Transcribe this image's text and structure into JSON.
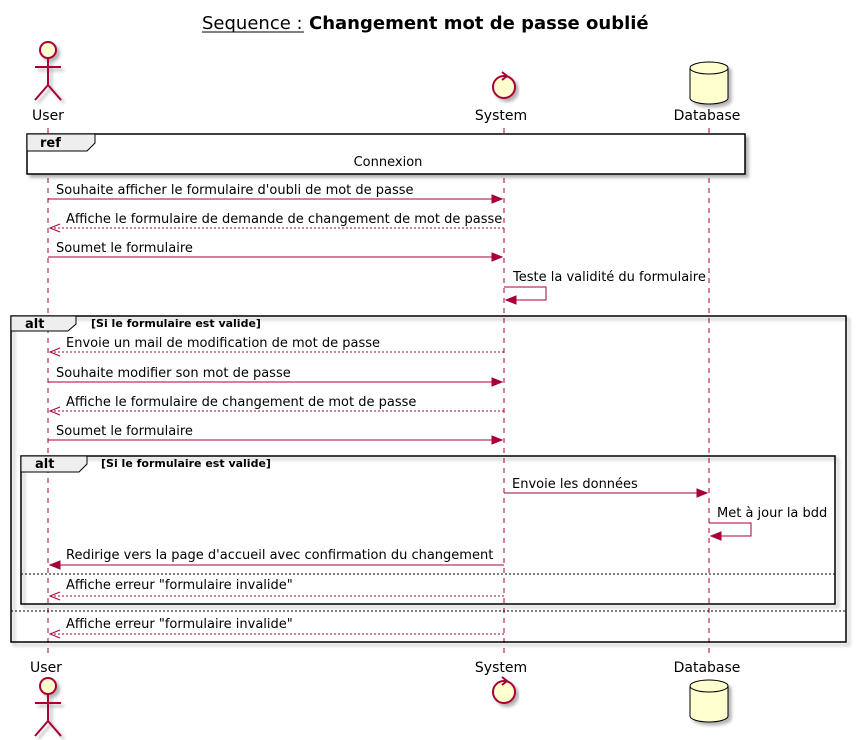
{
  "title": {
    "prefix": "Sequence :",
    "main": "Changement mot de passe oublié"
  },
  "colors": {
    "accent": "#A80036",
    "participant_fill": "#FEFECE",
    "frame_fill": "#EEEEEE"
  },
  "participants": [
    {
      "id": "user",
      "name": "User",
      "kind": "actor"
    },
    {
      "id": "system",
      "name": "System",
      "kind": "control"
    },
    {
      "id": "database",
      "name": "Database",
      "kind": "database"
    }
  ],
  "ref": {
    "label": "ref",
    "text": "Connexion"
  },
  "messages": [
    {
      "from": "user",
      "to": "system",
      "text": "Souhaite afficher le formulaire d'oubli de mot de passe",
      "dashed": false
    },
    {
      "from": "system",
      "to": "user",
      "text": "Affiche le formulaire de demande de changement de mot de passe",
      "dashed": true
    },
    {
      "from": "user",
      "to": "system",
      "text": "Soumet le formulaire",
      "dashed": false
    },
    {
      "from": "system",
      "to": "system",
      "text": "Teste la validité du formulaire",
      "dashed": false
    },
    {
      "from": "system",
      "to": "user",
      "text": "Envoie un mail de modification de mot de passe",
      "dashed": true
    },
    {
      "from": "user",
      "to": "system",
      "text": "Souhaite modifier son mot de passe",
      "dashed": false
    },
    {
      "from": "system",
      "to": "user",
      "text": "Affiche le formulaire de changement de mot de passe",
      "dashed": true
    },
    {
      "from": "user",
      "to": "system",
      "text": "Soumet le formulaire",
      "dashed": false
    },
    {
      "from": "system",
      "to": "database",
      "text": "Envoie les données",
      "dashed": false
    },
    {
      "from": "database",
      "to": "database",
      "text": "Met à jour la bdd",
      "dashed": false
    },
    {
      "from": "system",
      "to": "user",
      "text": "Redirige vers la page d'accueil avec confirmation du changement",
      "dashed": false
    },
    {
      "from": "system",
      "to": "user",
      "text": "Affiche erreur \"formulaire invalide\"",
      "dashed": true
    },
    {
      "from": "system",
      "to": "user",
      "text": "Affiche erreur \"formulaire invalide\"",
      "dashed": true
    }
  ],
  "fragments": [
    {
      "label": "alt",
      "guard": "[Si le formulaire est valide]"
    },
    {
      "label": "alt",
      "guard": "[Si le formulaire est valide]"
    }
  ]
}
